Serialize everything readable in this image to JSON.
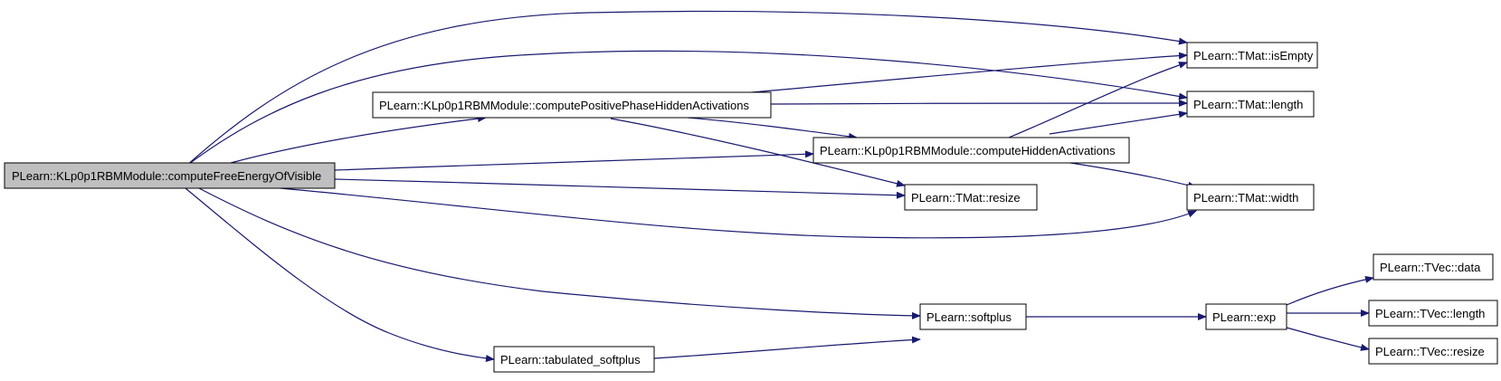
{
  "colors": {
    "edge": "#191970",
    "node_fill": "#ffffff",
    "root_fill": "#bfbfbf",
    "border": "#000000"
  },
  "nodes": {
    "root": "PLearn::KLp0p1RBMModule::computeFreeEnergyOfVisible",
    "positive": "PLearn::KLp0p1RBMModule::computePositivePhaseHiddenActivations",
    "hidden": "PLearn::KLp0p1RBMModule::computeHiddenActivations",
    "isempty": "PLearn::TMat::isEmpty",
    "length": "PLearn::TMat::length",
    "resize": "PLearn::TMat::resize",
    "width": "PLearn::TMat::width",
    "softplus": "PLearn::softplus",
    "tabulated": "PLearn::tabulated_softplus",
    "exp": "PLearn::exp",
    "vdata": "PLearn::TVec::data",
    "vlength": "PLearn::TVec::length",
    "vresize": "PLearn::TVec::resize"
  },
  "edges": [
    [
      "root",
      "isempty"
    ],
    [
      "root",
      "length"
    ],
    [
      "root",
      "positive"
    ],
    [
      "root",
      "hidden"
    ],
    [
      "root",
      "resize"
    ],
    [
      "root",
      "width"
    ],
    [
      "root",
      "softplus"
    ],
    [
      "root",
      "tabulated"
    ],
    [
      "positive",
      "isempty"
    ],
    [
      "positive",
      "length"
    ],
    [
      "positive",
      "hidden"
    ],
    [
      "positive",
      "resize"
    ],
    [
      "hidden",
      "isempty"
    ],
    [
      "hidden",
      "length"
    ],
    [
      "hidden",
      "width"
    ],
    [
      "tabulated",
      "softplus"
    ],
    [
      "softplus",
      "exp"
    ],
    [
      "exp",
      "vdata"
    ],
    [
      "exp",
      "vlength"
    ],
    [
      "exp",
      "vresize"
    ]
  ]
}
